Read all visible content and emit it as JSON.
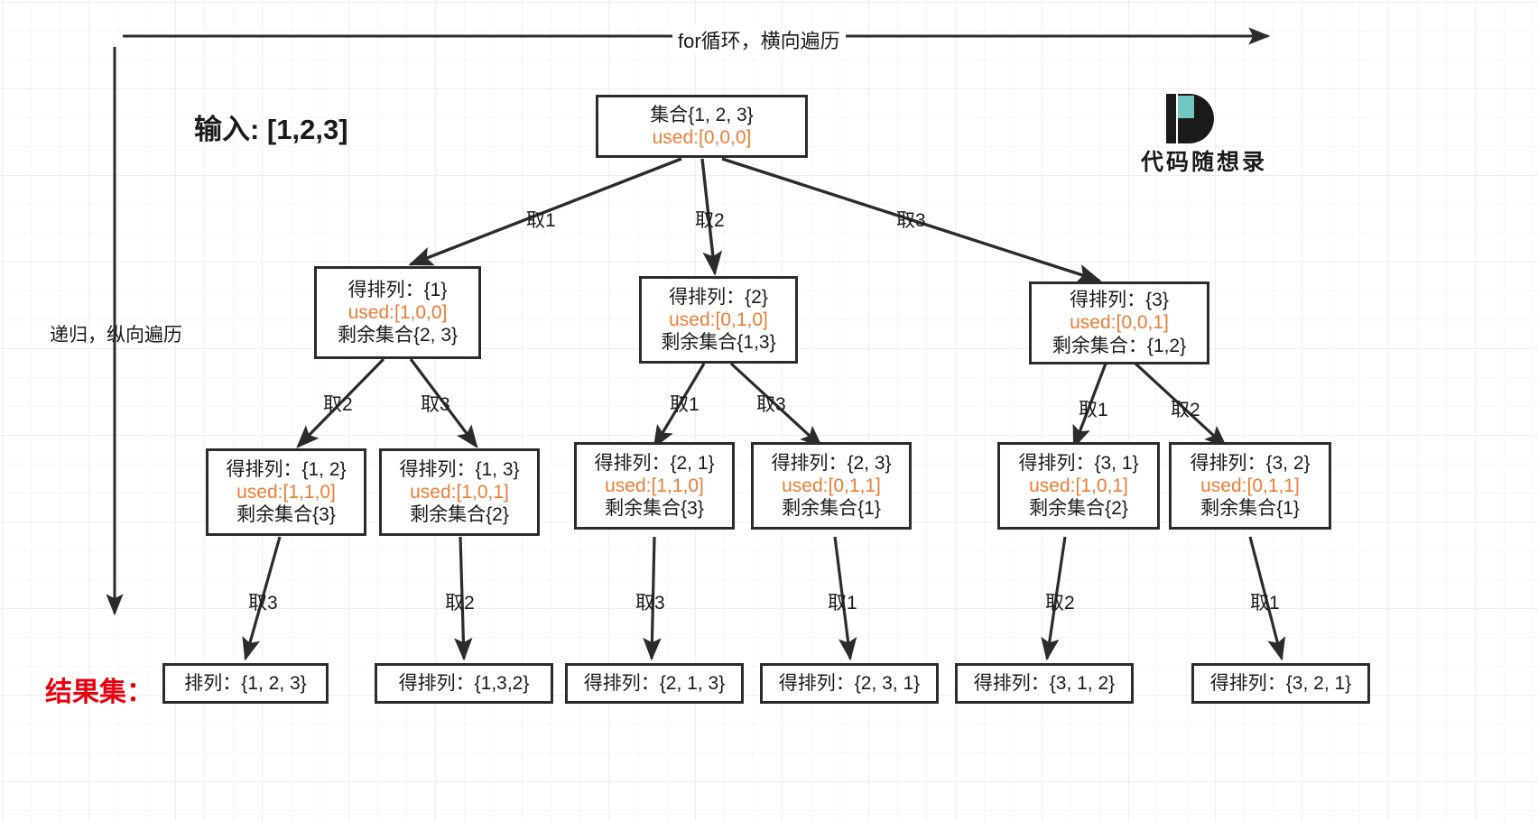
{
  "diagram": {
    "top_axis_label": "for循环，横向遍历",
    "left_axis_label": "递归，纵向遍历",
    "input_label": "输入: [1,2,3]",
    "result_label": "结果集：",
    "logo_text": "代码随想录",
    "accent_orange": "#ED7D31",
    "accent_red": "#e8000d",
    "node_border": "#2b2b2b"
  },
  "root": {
    "line1": "集合{1, 2, 3}",
    "line2": "used:[0,0,0]"
  },
  "level2": [
    {
      "line1": "得排列：{1}",
      "line2": "used:[1,0,0]",
      "line3": "剩余集合{2, 3}"
    },
    {
      "line1": "得排列：{2}",
      "line2": "used:[0,1,0]",
      "line3": "剩余集合{1,3}"
    },
    {
      "line1": "得排列：{3}",
      "line2": "used:[0,0,1]",
      "line3": "剩余集合：{1,2}"
    }
  ],
  "level3": [
    {
      "line1": "得排列：{1, 2}",
      "line2": "used:[1,1,0]",
      "line3": "剩余集合{3}"
    },
    {
      "line1": "得排列：{1, 3}",
      "line2": "used:[1,0,1]",
      "line3": "剩余集合{2}"
    },
    {
      "line1": "得排列：{2, 1}",
      "line2": "used:[1,1,0]",
      "line3": "剩余集合{3}"
    },
    {
      "line1": "得排列：{2, 3}",
      "line2": "used:[0,1,1]",
      "line3": "剩余集合{1}"
    },
    {
      "line1": "得排列：{3, 1}",
      "line2": "used:[1,0,1]",
      "line3": "剩余集合{2}"
    },
    {
      "line1": "得排列：{3, 2}",
      "line2": "used:[0,1,1]",
      "line3": "剩余集合{1}"
    }
  ],
  "results": [
    {
      "line1": "排列：{1, 2, 3}"
    },
    {
      "line1": "得排列：{1,3,2}"
    },
    {
      "line1": "得排列：{2, 1, 3}"
    },
    {
      "line1": "得排列：{2, 3, 1}"
    },
    {
      "line1": "得排列：{3, 1, 2}"
    },
    {
      "line1": "得排列：{3, 2, 1}"
    }
  ],
  "edge_labels": {
    "root": [
      "取1",
      "取2",
      "取3"
    ],
    "level2": [
      "取2",
      "取3",
      "取1",
      "取3",
      "取1",
      "取2"
    ],
    "level3": [
      "取3",
      "取2",
      "取3",
      "取1",
      "取2",
      "取1"
    ]
  }
}
